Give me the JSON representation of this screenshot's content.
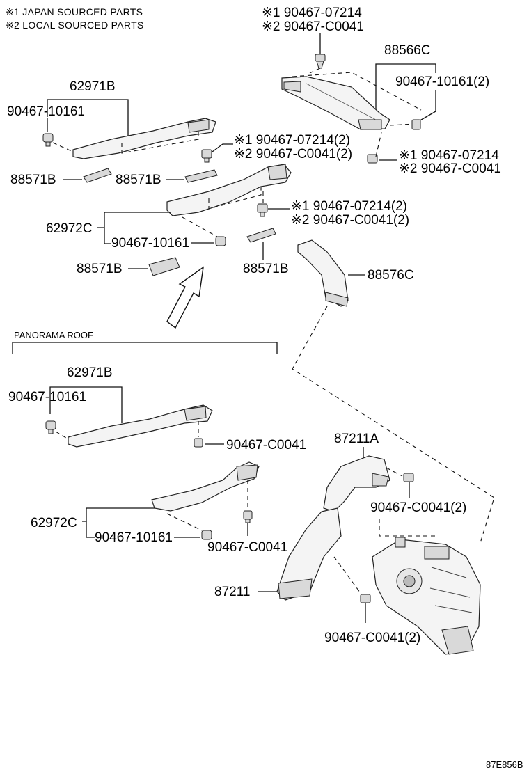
{
  "notes": {
    "japan_sourced": "※1 JAPAN SOURCED PARTS",
    "local_sourced": "※2 LOCAL SOURCED PARTS"
  },
  "section_label": "PANORAMA ROOF",
  "footer_code": "87E856B",
  "callouts": {
    "top_clip_m1": "※1 90467-07214",
    "top_clip_m2": "※2 90467-C0041",
    "p88566c": "88566C",
    "p88566c_screw": "90467-10161(2)",
    "right_clip_m1": "※1 90467-07214",
    "right_clip_m2": "※2 90467-C0041",
    "p62971b_top": "62971B",
    "p62971b_top_screw": "90467-10161",
    "mid_clip_m1": "※1 90467-07214(2)",
    "mid_clip_m2": "※2 90467-C0041(2)",
    "p88571b_left": "88571B",
    "p88571b_mid": "88571B",
    "p62972c_top": "62972C",
    "p62972c_top_screw": "90467-10161",
    "lower_clip_m1": "※1 90467-07214(2)",
    "lower_clip_m2": "※2 90467-C0041(2)",
    "p88571b_lower_left": "88571B",
    "p88571b_lower_mid": "88571B",
    "p88576c": "88576C",
    "p62971b_pr": "62971B",
    "p62971b_pr_screw": "90467-10161",
    "p62971b_pr_clip": "90467-C0041",
    "p87211a": "87211A",
    "p87211a_clip": "90467-C0041(2)",
    "p62972c_pr": "62972C",
    "p62972c_pr_screw": "90467-10161",
    "p62972c_pr_clip": "90467-C0041",
    "p87211": "87211",
    "p87211_clip": "90467-C0041(2)"
  }
}
